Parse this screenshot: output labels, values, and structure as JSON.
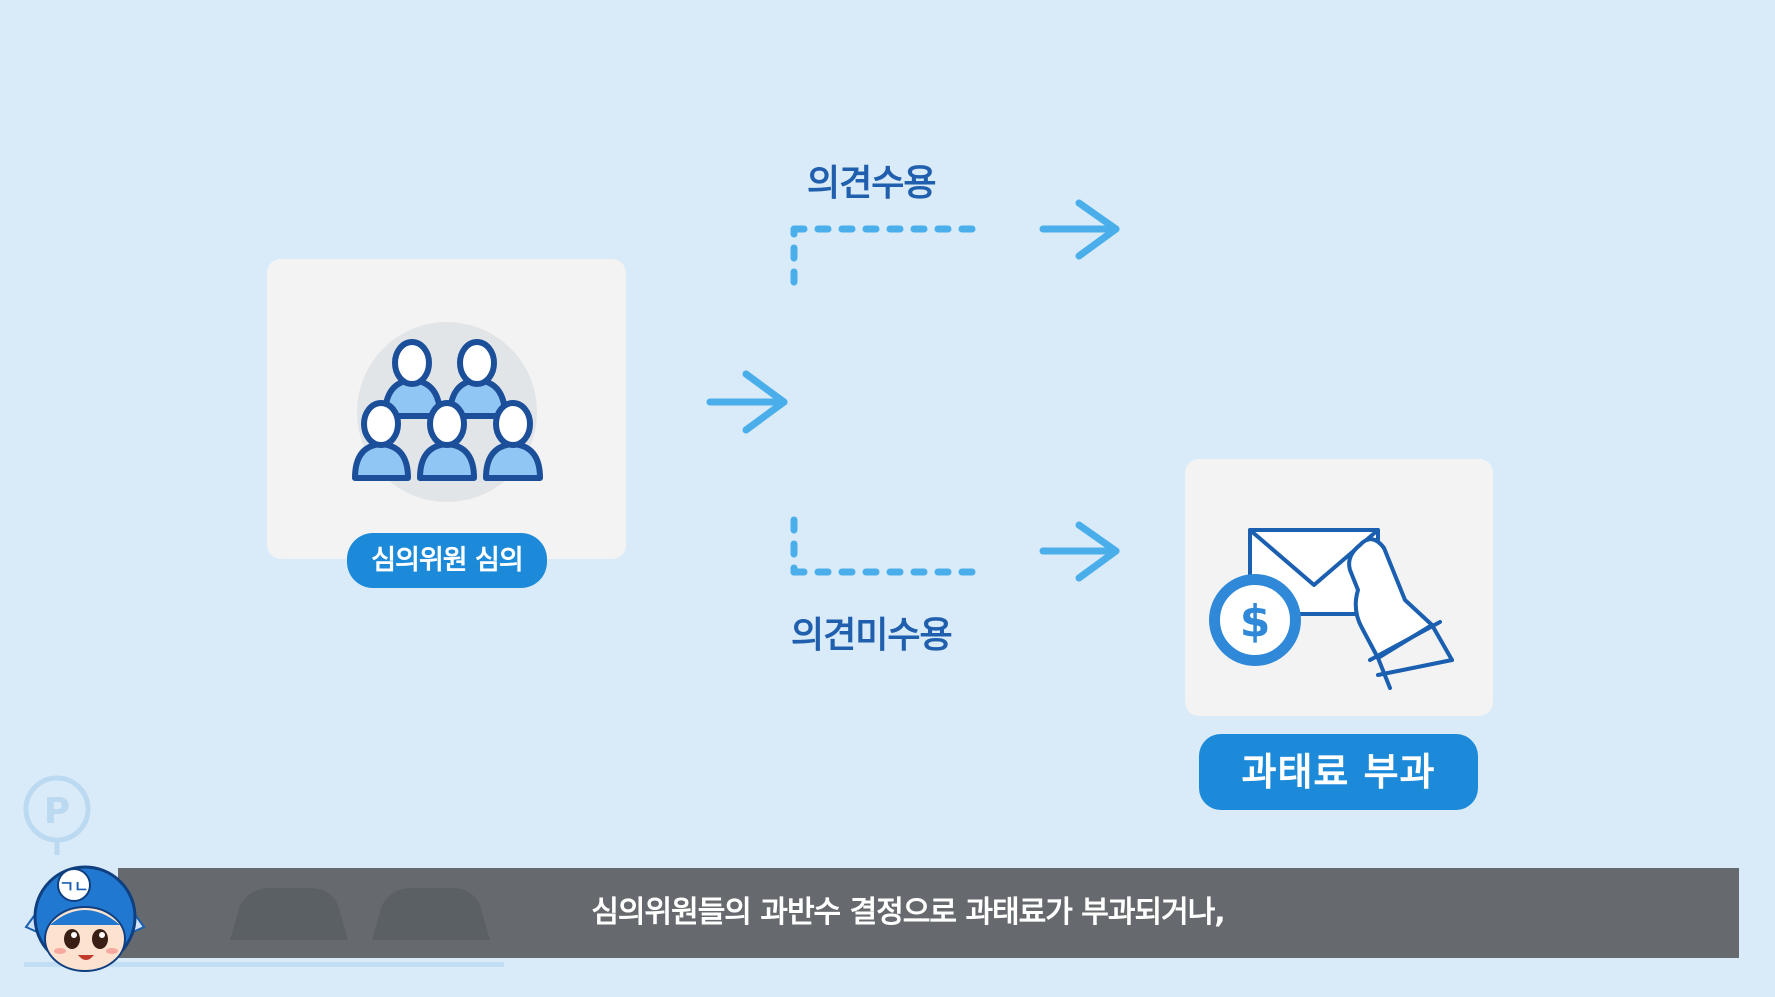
{
  "diagram": {
    "source": {
      "label": "심의위원 심의",
      "icon": "committee-people-icon"
    },
    "branches": [
      {
        "label": "의견수용"
      },
      {
        "label": "의견미수용"
      }
    ],
    "target": {
      "label": "과태료 부과",
      "icon": "fine-envelope-dollar-icon"
    }
  },
  "subtitle": "심의위원들의 과반수 결정으로 과태료가 부과되거나,",
  "colors": {
    "background": "#d9ebf8",
    "card": "#f3f3f3",
    "pill": "#1c8ad9",
    "arrow": "#4aaeea",
    "label_text": "#1f5fae",
    "icon_stroke": "#1b4f9a",
    "icon_fill": "#8fc6f3",
    "subtitle_bar": "#666a6e"
  }
}
